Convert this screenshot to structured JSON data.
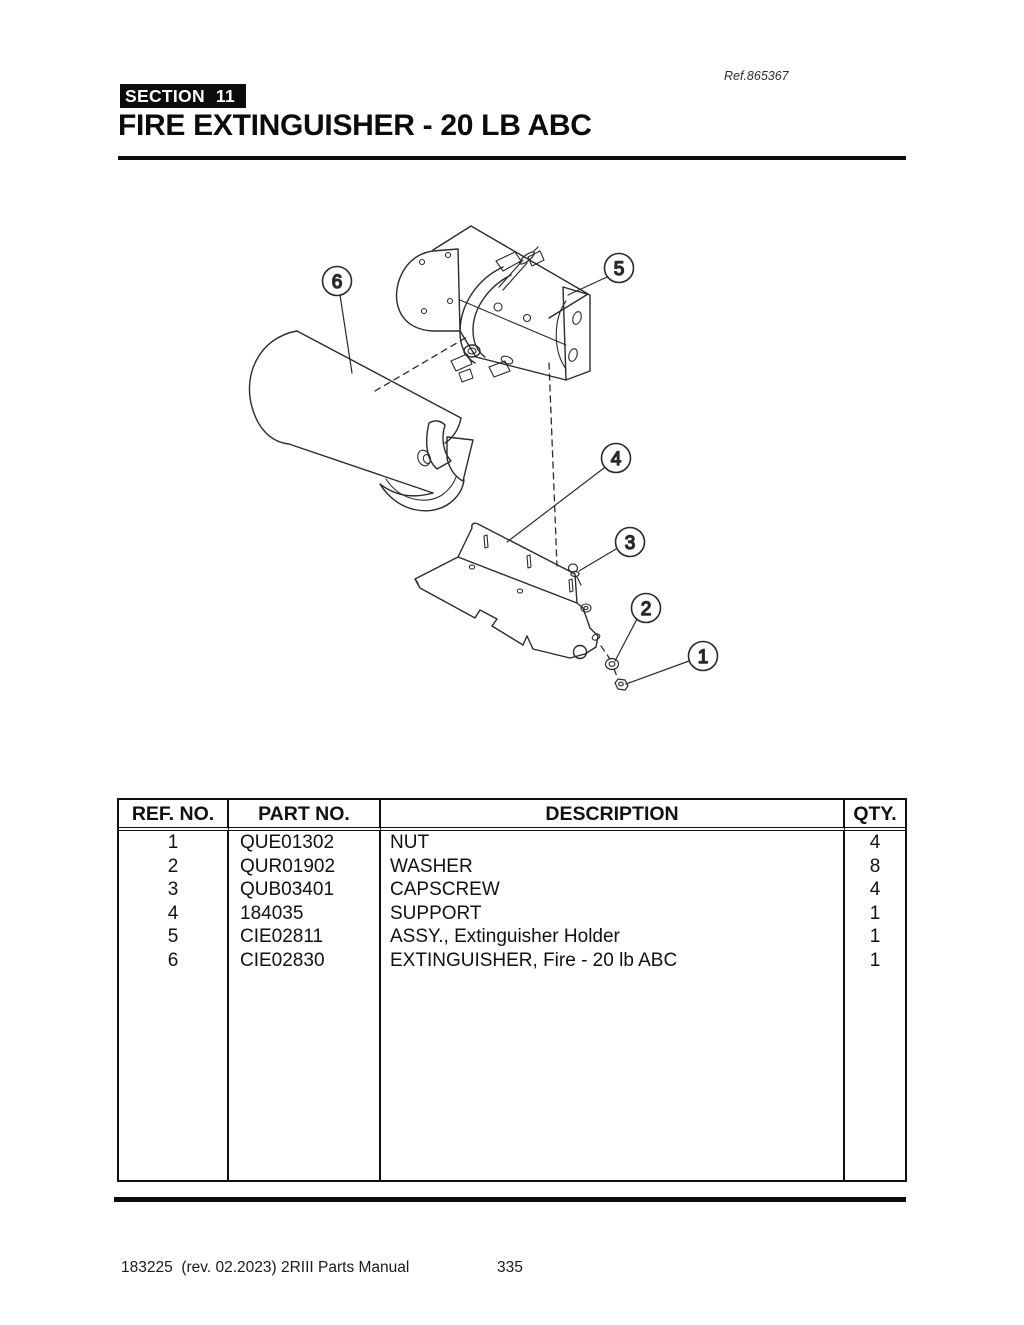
{
  "header": {
    "ref": "Ref.865367",
    "section_label": "SECTION",
    "section_number": "11",
    "title": "FIRE EXTINGUISHER - 20 LB ABC"
  },
  "diagram": {
    "callouts": [
      {
        "label": "1"
      },
      {
        "label": "2"
      },
      {
        "label": "3"
      },
      {
        "label": "4"
      },
      {
        "label": "5"
      },
      {
        "label": "6"
      }
    ]
  },
  "table": {
    "headers": {
      "ref": "REF. NO.",
      "part": "PART NO.",
      "desc": "DESCRIPTION",
      "qty": "QTY."
    },
    "rows": [
      {
        "ref": "1",
        "part": "QUE01302",
        "desc": "NUT",
        "qty": "4"
      },
      {
        "ref": "2",
        "part": "QUR01902",
        "desc": "WASHER",
        "qty": "8"
      },
      {
        "ref": "3",
        "part": "QUB03401",
        "desc": "CAPSCREW",
        "qty": "4"
      },
      {
        "ref": "4",
        "part": "184035",
        "desc": "SUPPORT",
        "qty": "1"
      },
      {
        "ref": "5",
        "part": "CIE02811",
        "desc": "ASSY., Extinguisher Holder",
        "qty": "1"
      },
      {
        "ref": "6",
        "part": "CIE02830",
        "desc": "EXTINGUISHER, Fire - 20 lb ABC",
        "qty": "1"
      }
    ]
  },
  "footer": {
    "left": "183225  (rev. 02.2023) 2RIII Parts Manual",
    "page_number": "335"
  }
}
